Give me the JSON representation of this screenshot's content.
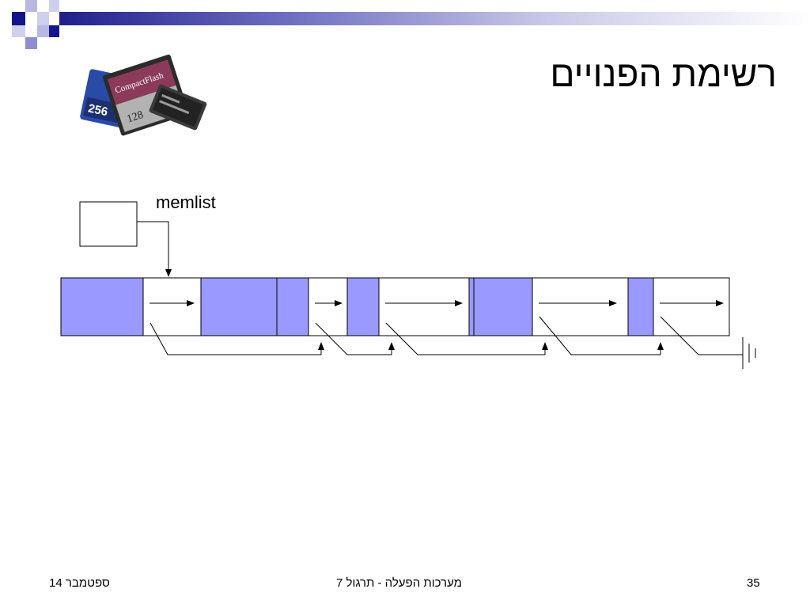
{
  "slide": {
    "title": "רשימת הפנויים",
    "footer_date": "ספטמבר 14",
    "footer_course": "מערכות הפעלה - תרגול 7",
    "page_number": "35"
  },
  "diagram": {
    "pointer_label": "memlist",
    "colors": {
      "allocated_fill": "#9999ff",
      "free_fill": "#ffffff",
      "stroke": "#000000",
      "accent_dark": "#14148c"
    },
    "cards_icon": "memory-cards-icon",
    "null_icon": "ground-null-icon"
  }
}
